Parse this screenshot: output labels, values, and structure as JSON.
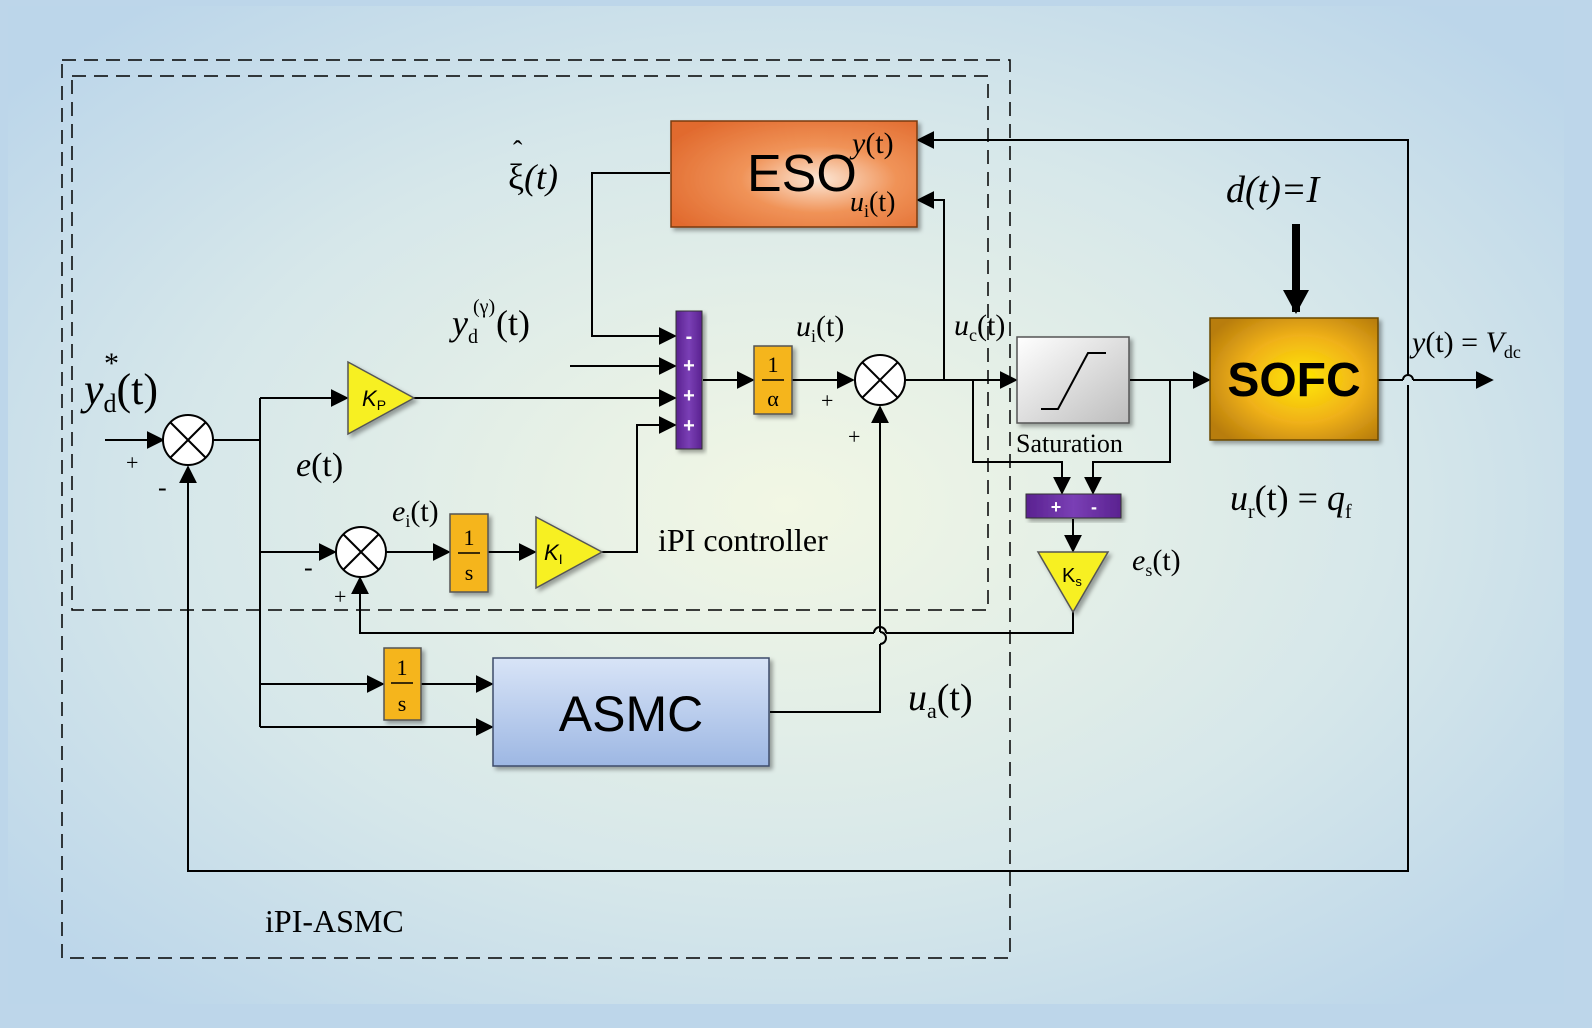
{
  "frames": {
    "outer_label": "iPI-ASMC",
    "inner_label": "iPI controller"
  },
  "blocks": {
    "eso": {
      "title": "ESO",
      "in_y": "y",
      "in_ui_base": "u",
      "in_ui_sub": "i",
      "t": "(t)"
    },
    "sofc": {
      "title": "SOFC"
    },
    "asmc": {
      "title": "ASMC"
    },
    "saturation": {
      "label": "Saturation"
    },
    "kp": {
      "letter": "K",
      "sub": "P"
    },
    "ki": {
      "letter": "K",
      "sub": "I"
    },
    "ks": {
      "letter": "K",
      "sub": "s"
    },
    "integrator1": {
      "num": "1",
      "den": "s"
    },
    "integrator2": {
      "num": "1",
      "den": "s"
    },
    "inv_alpha": {
      "num": "1",
      "den": "α"
    },
    "sum_bar_signs": [
      "-",
      "+",
      "+",
      "+"
    ],
    "sat_sum_signs": [
      "+",
      "-"
    ]
  },
  "signals": {
    "yd_star": {
      "base": "y",
      "sub": "d",
      "sup": "*",
      "t": "(t)"
    },
    "e": {
      "base": "e",
      "t": "(t)"
    },
    "ei": {
      "base": "e",
      "sub": "i",
      "t": "(t)"
    },
    "xi_hat": {
      "symbol": "ξ",
      "hat": "ˆ",
      "t": "(t)"
    },
    "yd_gamma": {
      "base": "y",
      "sub": "d",
      "sup": "(γ)",
      "t": "(t)"
    },
    "ui": {
      "base": "u",
      "sub": "i",
      "t": "(t)"
    },
    "uc": {
      "base": "u",
      "sub": "c",
      "t": "(t)"
    },
    "ua": {
      "base": "u",
      "sub": "a",
      "t": "(t)"
    },
    "es": {
      "base": "e",
      "sub": "s",
      "t": "(t)"
    },
    "ur": {
      "base": "u",
      "sub": "r",
      "t": "(t)",
      "eq": " = ",
      "rhs": "q",
      "rhs_sub": "f"
    },
    "y_out": {
      "base": "y",
      "t": "(t)",
      "eq": " = ",
      "rhs": "V",
      "rhs_sub": "dc"
    },
    "disturbance": {
      "text": "d(t)=I"
    }
  },
  "signs": {
    "sum1_plus": "+",
    "sum1_minus": "-",
    "sum2_minus": "-",
    "sum2_plus": "+",
    "sum3_plus_left": "+",
    "sum3_plus_bottom": "+"
  },
  "colors": {
    "background_outer": "#c7dced",
    "eso": "#e8743b",
    "sofc": "#f3b91c",
    "asmc": "#a9c0e6",
    "gain": "#f7f022",
    "integrator": "#f5b51e",
    "sum_bar": "#6b2fa0"
  }
}
